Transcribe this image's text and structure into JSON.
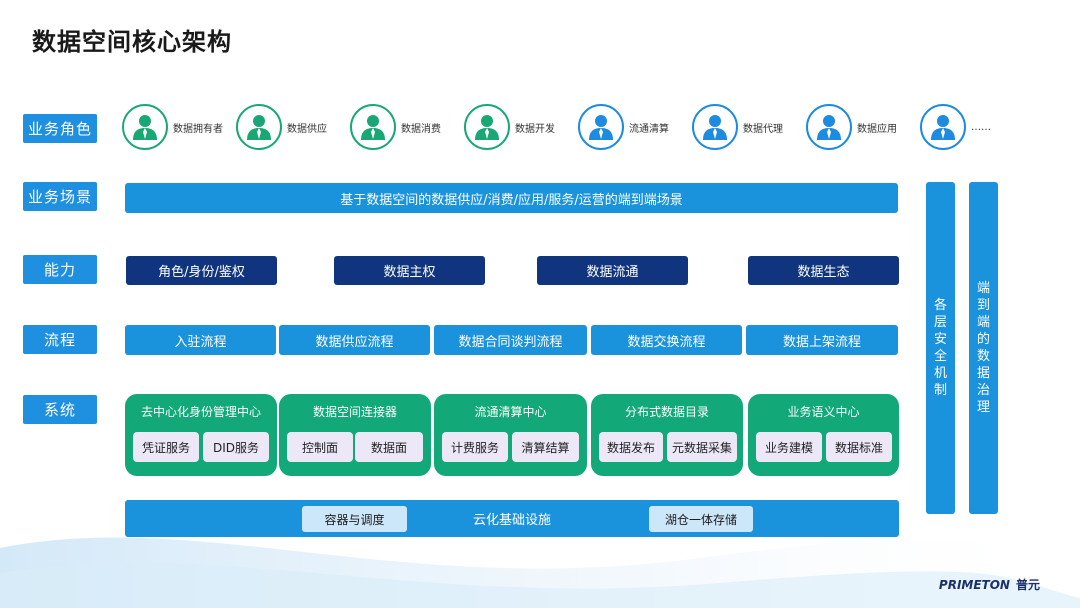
{
  "title": "数据空间核心架构",
  "row_labels": [
    "业务角色",
    "业务场景",
    "能力",
    "流程",
    "系统"
  ],
  "roles": [
    {
      "label": "数据拥有者",
      "color": "green"
    },
    {
      "label": "数据供应",
      "color": "green"
    },
    {
      "label": "数据消费",
      "color": "green"
    },
    {
      "label": "数据开发",
      "color": "green"
    },
    {
      "label": "流通清算",
      "color": "blue"
    },
    {
      "label": "数据代理",
      "color": "blue"
    },
    {
      "label": "数据应用",
      "color": "blue"
    },
    {
      "label": "……",
      "color": "blue"
    }
  ],
  "scenario": "基于数据空间的数据供应/消费/应用/服务/运营的端到端场景",
  "capabilities": [
    "角色/身份/鉴权",
    "数据主权",
    "数据流通",
    "数据生态"
  ],
  "processes": [
    "入驻流程",
    "数据供应流程",
    "数据合同谈判流程",
    "数据交换流程",
    "数据上架流程"
  ],
  "systems": [
    {
      "title": "去中心化身份管理中心",
      "chips": [
        "凭证服务",
        "DID服务"
      ]
    },
    {
      "title": "数据空间连接器",
      "chips": [
        "控制面",
        "数据面"
      ]
    },
    {
      "title": "流通清算中心",
      "chips": [
        "计费服务",
        "清算结算"
      ]
    },
    {
      "title": "分布式数据目录",
      "chips": [
        "数据发布",
        "元数据采集"
      ]
    },
    {
      "title": "业务语义中心",
      "chips": [
        "业务建模",
        "数据标准"
      ]
    }
  ],
  "infrastructure": {
    "label": "云化基础设施",
    "left_chip": "容器与调度",
    "right_chip": "湖仓一体存储"
  },
  "vertical_bars": [
    "各层安全机制",
    "端到端的数据治理"
  ],
  "logo": {
    "brand": "PRIMETON",
    "cn": "普元"
  },
  "colors": {
    "row_label": "#1f8fe0",
    "bar": "#1a92dc",
    "capability": "#10357e",
    "system": "#12a877",
    "chip": "#ece8f8",
    "green_icon": "#19a874",
    "blue_icon": "#1c8be0"
  }
}
